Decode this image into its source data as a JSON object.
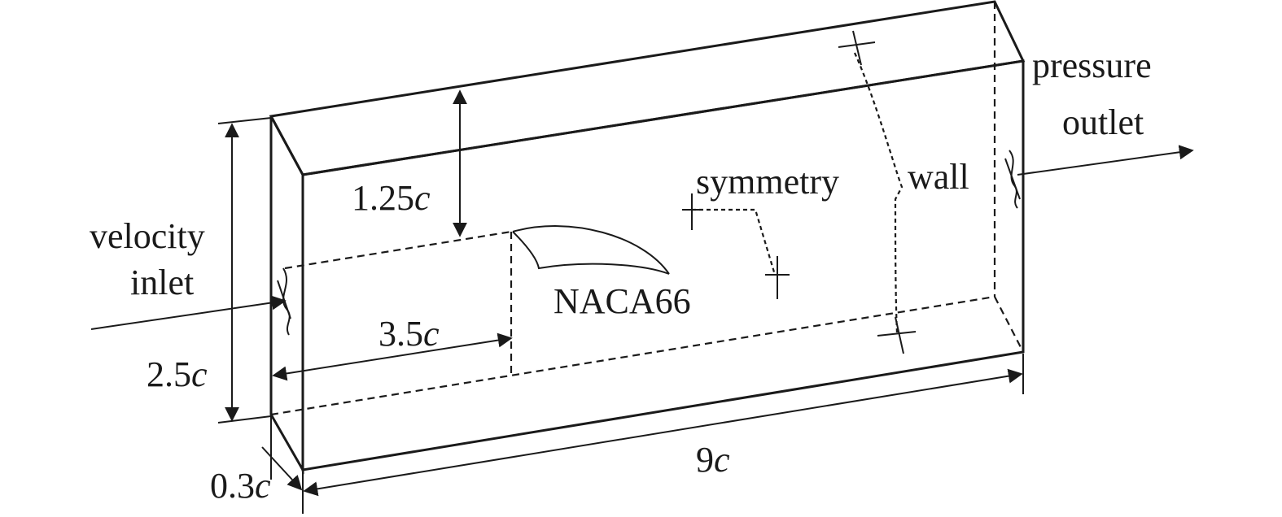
{
  "labels": {
    "velocity_line1": "velocity",
    "velocity_line2": "inlet",
    "pressure_line1": "pressure",
    "pressure_line2": "outlet",
    "symmetry": "symmetry",
    "wall": "wall",
    "airfoil": "NACA66"
  },
  "dimensions": {
    "top_gap": {
      "num": "1.25",
      "unit": "c"
    },
    "height": {
      "num": "2.5",
      "unit": "c"
    },
    "upstream": {
      "num": "3.5",
      "unit": "c"
    },
    "length": {
      "num": "9",
      "unit": "c"
    },
    "span": {
      "num": "0.3",
      "unit": "c"
    }
  },
  "colors": {
    "ink": "#1a1a1a",
    "background": "#ffffff"
  }
}
